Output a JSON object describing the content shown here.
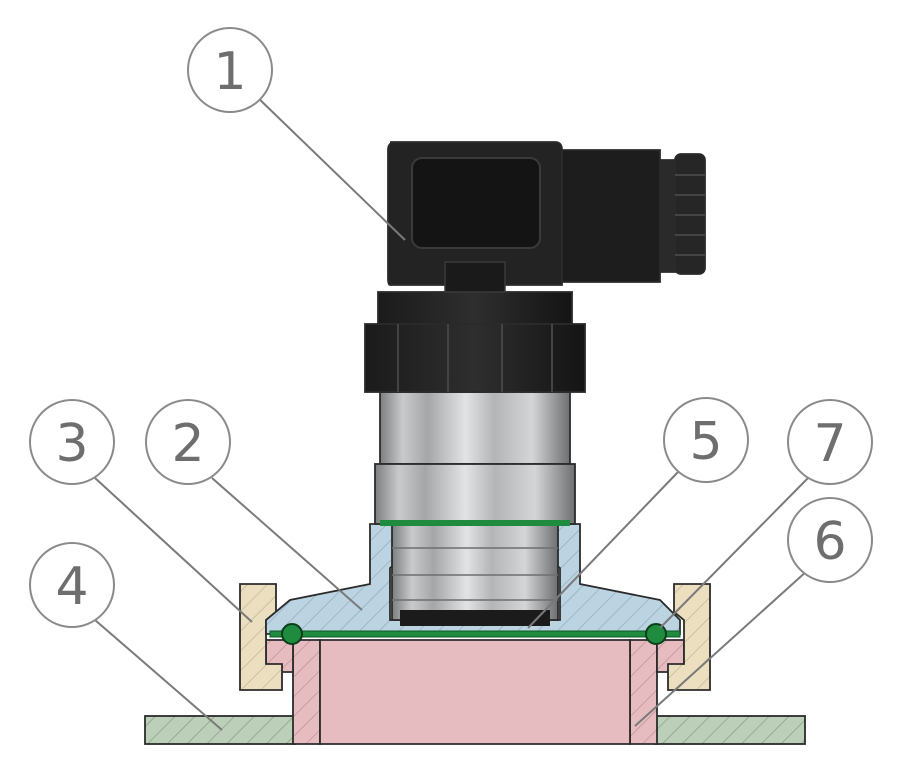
{
  "callouts": [
    {
      "id": "c1",
      "label": "1",
      "colorName": "connector-housing"
    },
    {
      "id": "c2",
      "label": "2",
      "colorName": "adapter-flange"
    },
    {
      "id": "c3",
      "label": "3",
      "colorName": "clamp-ring"
    },
    {
      "id": "c4",
      "label": "4",
      "colorName": "base-plate"
    },
    {
      "id": "c5",
      "label": "5",
      "colorName": "gasket"
    },
    {
      "id": "c6",
      "label": "6",
      "colorName": "welding-socket"
    },
    {
      "id": "c7",
      "label": "7",
      "colorName": "o-ring"
    }
  ],
  "colors": {
    "connector": "#1f1f1f",
    "steel": "#b9babc",
    "flange": "#b9d3e2",
    "clamp": "#e9dcbc",
    "socket": "#e6b8bd",
    "plate": "#b9ccb6",
    "gasket": "#1e8b3e",
    "callout_stroke": "#8a8a8a",
    "callout_text": "#6e6e6e"
  }
}
